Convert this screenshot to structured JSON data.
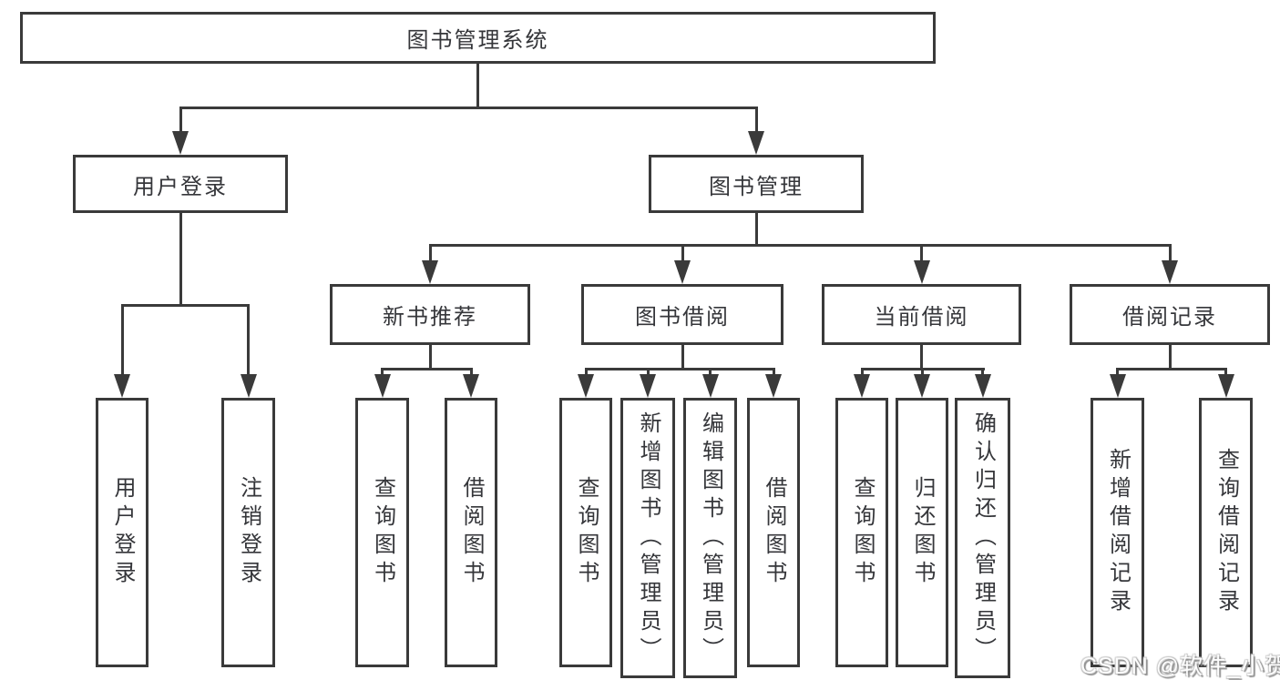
{
  "diagram_title": "图书管理系统",
  "tree": {
    "label": "图书管理系统",
    "children": [
      {
        "label": "用户登录",
        "children": [
          {
            "label": "用户登录"
          },
          {
            "label": "注销登录"
          }
        ]
      },
      {
        "label": "图书管理",
        "children": [
          {
            "label": "新书推荐",
            "children": [
              {
                "label": "查询图书"
              },
              {
                "label": "借阅图书"
              }
            ]
          },
          {
            "label": "图书借阅",
            "children": [
              {
                "label": "查询图书"
              },
              {
                "label": "新增图书（管理员）"
              },
              {
                "label": "编辑图书（管理员）"
              },
              {
                "label": "借阅图书"
              }
            ]
          },
          {
            "label": "当前借阅",
            "children": [
              {
                "label": "查询图书"
              },
              {
                "label": "归还图书"
              },
              {
                "label": "确认归还（管理员）"
              }
            ]
          },
          {
            "label": "借阅记录",
            "children": [
              {
                "label": "新增借阅记录"
              },
              {
                "label": "查询借阅记录"
              }
            ]
          }
        ]
      }
    ]
  },
  "watermark": {
    "text": "CSDN @软件_小贺同学"
  },
  "colors": {
    "line": "#3a3a3a",
    "text": "#35363a",
    "background": "#ffffff",
    "watermark_fill": "#fdfdfd",
    "watermark_shadow": "#8f8f8f"
  }
}
